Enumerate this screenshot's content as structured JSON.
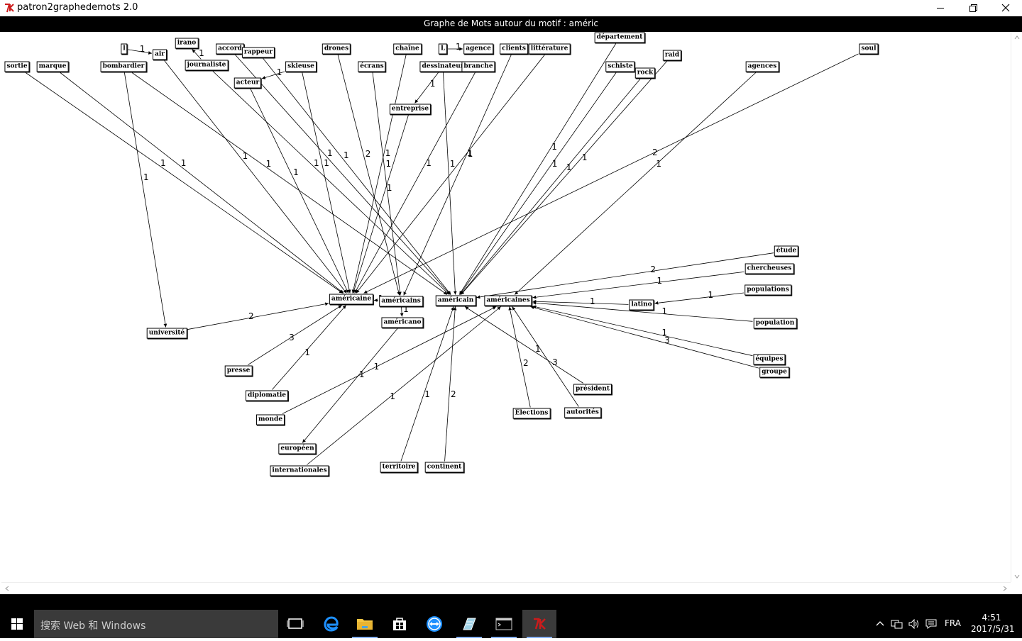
{
  "window": {
    "title": "patron2graphedemots 2.0"
  },
  "graph": {
    "title": "Graphe de Mots autour du motif : améric"
  },
  "taskbar": {
    "search_placeholder": "搜索 Web 和 Windows",
    "language": "FRA",
    "time": "4:51",
    "date": "2017/5/31"
  },
  "nodes": [
    {
      "id": "sortie",
      "label": "sortie"
    },
    {
      "id": "marque",
      "label": "marque"
    },
    {
      "id": "l_small",
      "label": "l"
    },
    {
      "id": "air",
      "label": "air"
    },
    {
      "id": "bombardier",
      "label": "bombardier"
    },
    {
      "id": "irano",
      "label": "irano"
    },
    {
      "id": "journaliste",
      "label": "journaliste"
    },
    {
      "id": "accord",
      "label": "accord"
    },
    {
      "id": "rappeur",
      "label": "rappeur"
    },
    {
      "id": "acteur",
      "label": "acteur"
    },
    {
      "id": "skieuse",
      "label": "skieuse"
    },
    {
      "id": "drones",
      "label": "drones"
    },
    {
      "id": "ecrans",
      "label": "écrans"
    },
    {
      "id": "chaine",
      "label": "chaîne"
    },
    {
      "id": "L_big",
      "label": "L"
    },
    {
      "id": "agence",
      "label": "agence"
    },
    {
      "id": "dessinateur",
      "label": "dessinateur"
    },
    {
      "id": "branche",
      "label": "branche"
    },
    {
      "id": "entreprise",
      "label": "entreprise"
    },
    {
      "id": "clients",
      "label": "clients"
    },
    {
      "id": "litterature",
      "label": "littérature"
    },
    {
      "id": "departement",
      "label": "département"
    },
    {
      "id": "schiste",
      "label": "schiste"
    },
    {
      "id": "rock",
      "label": "rock"
    },
    {
      "id": "raid",
      "label": "raid"
    },
    {
      "id": "agences",
      "label": "agences"
    },
    {
      "id": "soul",
      "label": "soul"
    },
    {
      "id": "americaine",
      "label": "américaine"
    },
    {
      "id": "americains",
      "label": "américains"
    },
    {
      "id": "americano",
      "label": "américano"
    },
    {
      "id": "americain",
      "label": "américain"
    },
    {
      "id": "americaines",
      "label": "américaines"
    },
    {
      "id": "etude",
      "label": "étude"
    },
    {
      "id": "chercheuses",
      "label": "chercheuses"
    },
    {
      "id": "populations",
      "label": "populations"
    },
    {
      "id": "latino",
      "label": "latino"
    },
    {
      "id": "population",
      "label": "population"
    },
    {
      "id": "equipes",
      "label": "équipes"
    },
    {
      "id": "groupe",
      "label": "groupe"
    },
    {
      "id": "universite",
      "label": "université"
    },
    {
      "id": "presse",
      "label": "presse"
    },
    {
      "id": "diplomatie",
      "label": "diplomatie"
    },
    {
      "id": "monde",
      "label": "monde"
    },
    {
      "id": "europeen",
      "label": "européen"
    },
    {
      "id": "internationales",
      "label": "internationales"
    },
    {
      "id": "territoire",
      "label": "territoire"
    },
    {
      "id": "continent",
      "label": "continent"
    },
    {
      "id": "elections",
      "label": "Elections"
    },
    {
      "id": "autorites",
      "label": "autorités"
    },
    {
      "id": "president",
      "label": "président"
    }
  ],
  "edges": [
    {
      "from": "sortie",
      "to": "americaine",
      "weight": "1"
    },
    {
      "from": "marque",
      "to": "americaine",
      "weight": "1"
    },
    {
      "from": "l_small",
      "to": "air",
      "weight": "1"
    },
    {
      "from": "air",
      "to": "americaine",
      "weight": "1"
    },
    {
      "from": "bombardier",
      "to": "universite",
      "weight": "1"
    },
    {
      "from": "bombardier",
      "to": "americain",
      "weight": "1"
    },
    {
      "from": "journaliste",
      "to": "irano",
      "weight": "1"
    },
    {
      "from": "journaliste",
      "to": "americain",
      "weight": "1"
    },
    {
      "from": "accord",
      "to": "americain",
      "weight": "1"
    },
    {
      "from": "rappeur",
      "to": "americain",
      "weight": "1"
    },
    {
      "from": "acteur",
      "to": "americaine",
      "weight": "1"
    },
    {
      "from": "skieuse",
      "to": "acteur",
      "weight": "1"
    },
    {
      "from": "skieuse",
      "to": "americaine",
      "weight": "1"
    },
    {
      "from": "drones",
      "to": "americains",
      "weight": "2"
    },
    {
      "from": "ecrans",
      "to": "americains",
      "weight": "1"
    },
    {
      "from": "chaine",
      "to": "americaine",
      "weight": "1"
    },
    {
      "from": "L_big",
      "to": "agence",
      "weight": "1"
    },
    {
      "from": "dessinateur",
      "to": "entreprise",
      "weight": "1"
    },
    {
      "from": "dessinateur",
      "to": "americain",
      "weight": "1"
    },
    {
      "from": "branche",
      "to": "americaine",
      "weight": "1"
    },
    {
      "from": "entreprise",
      "to": "americaine",
      "weight": "1"
    },
    {
      "from": "clients",
      "to": "americains",
      "weight": "1"
    },
    {
      "from": "litterature",
      "to": "americaine",
      "weight": "1"
    },
    {
      "from": "departement",
      "to": "americain",
      "weight": "1"
    },
    {
      "from": "schiste",
      "to": "americain",
      "weight": "1"
    },
    {
      "from": "rock",
      "to": "americain",
      "weight": "1"
    },
    {
      "from": "raid",
      "to": "americain",
      "weight": "1"
    },
    {
      "from": "agences",
      "to": "americaines",
      "weight": "1"
    },
    {
      "from": "soul",
      "to": "americaine",
      "weight": "2"
    },
    {
      "from": "americains",
      "to": "americaine",
      "weight": "1"
    },
    {
      "from": "americains",
      "to": "americano",
      "weight": "1"
    },
    {
      "from": "etude",
      "to": "americain",
      "weight": "2"
    },
    {
      "from": "chercheuses",
      "to": "americaines",
      "weight": "1"
    },
    {
      "from": "populations",
      "to": "latino",
      "weight": "1"
    },
    {
      "from": "latino",
      "to": "americaines",
      "weight": "1"
    },
    {
      "from": "population",
      "to": "americaines",
      "weight": "1"
    },
    {
      "from": "equipes",
      "to": "americaines",
      "weight": "1"
    },
    {
      "from": "groupe",
      "to": "americaines",
      "weight": "3"
    },
    {
      "from": "universite",
      "to": "americaine",
      "weight": "2"
    },
    {
      "from": "presse",
      "to": "americaine",
      "weight": "3"
    },
    {
      "from": "diplomatie",
      "to": "americaine",
      "weight": "1"
    },
    {
      "from": "monde",
      "to": "americaines",
      "weight": "1"
    },
    {
      "from": "americano",
      "to": "europeen",
      "weight": "1"
    },
    {
      "from": "internationales",
      "to": "americaines",
      "weight": "1"
    },
    {
      "from": "territoire",
      "to": "americain",
      "weight": "1"
    },
    {
      "from": "continent",
      "to": "americain",
      "weight": "2"
    },
    {
      "from": "elections",
      "to": "americaines",
      "weight": "2"
    },
    {
      "from": "autorites",
      "to": "americaines",
      "weight": "3"
    },
    {
      "from": "president",
      "to": "americain",
      "weight": "1"
    }
  ],
  "colors": {
    "accent": "#8ab4f8",
    "tk_red": "#cc1b1b",
    "edge_blue": "#1e90ff",
    "folder": "#f4c542"
  },
  "icons": [
    "tk-feather-icon",
    "minimize-icon",
    "restore-icon",
    "close-icon",
    "start-windows-icon",
    "task-view-icon",
    "edge-browser-icon",
    "file-explorer-icon",
    "store-icon",
    "teamviewer-icon",
    "notepad-icon",
    "terminal-icon",
    "tk-app-icon",
    "chevron-up-icon",
    "network-icon",
    "volume-icon",
    "notification-icon"
  ]
}
